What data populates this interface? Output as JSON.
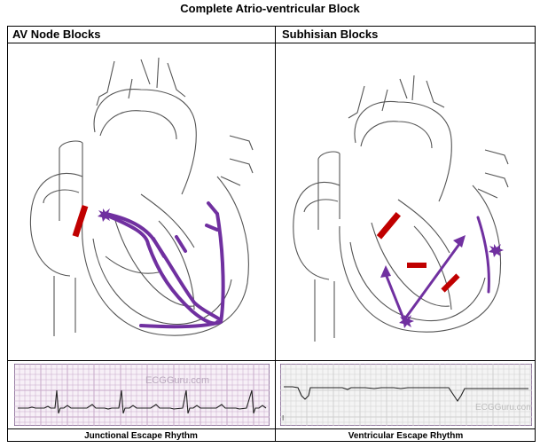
{
  "title": "Complete Atrio-ventricular Block",
  "left_panel": {
    "label": "AV Node Blocks",
    "caption": "Junctional Escape Rhythm",
    "watermark": "ECGGuru.com"
  },
  "right_panel": {
    "label": "Subhisian Blocks",
    "caption": "Ventricular Escape Rhythm",
    "watermark": "ECGGuru.com",
    "lead_mark": "I"
  },
  "colors": {
    "conduction": "#7030a0",
    "block": "#c00000",
    "ecg_grid": "#c7a9c9",
    "ecg_frame": "#7a5a8a",
    "trace": "#222222",
    "sketch": "#555555"
  }
}
